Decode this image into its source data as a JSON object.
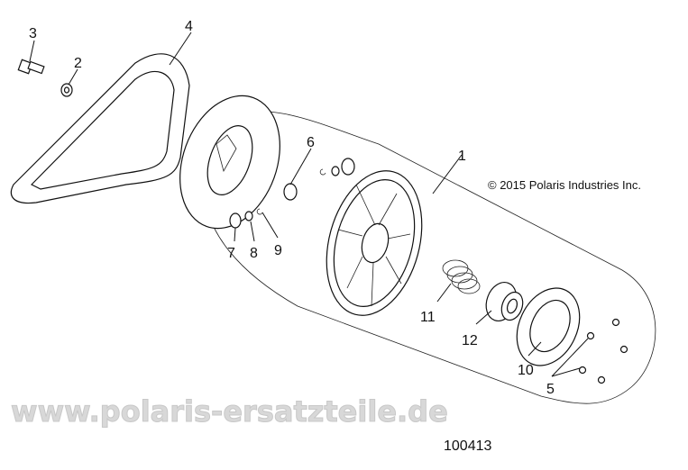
{
  "diagram": {
    "callouts": [
      "1",
      "2",
      "3",
      "4",
      "5",
      "6",
      "7",
      "8",
      "9",
      "10",
      "11",
      "12"
    ],
    "copyright": "© 2015 Polaris Industries Inc.",
    "figure_number": "100413",
    "watermark": "www.polaris-ersatzteile.de"
  }
}
